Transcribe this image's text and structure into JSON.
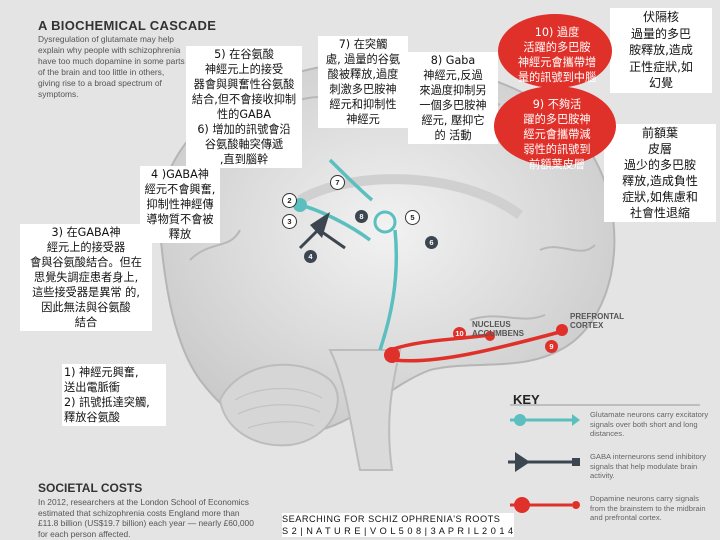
{
  "header": {
    "title": "A BIOCHEMICAL CASCADE",
    "intro": "Dysregulation of glutamate may help explain why people with schizophrenia have too much dopamine in some parts of the brain and too little in others, giving rise to a broad spectrum of symptoms."
  },
  "annotations": {
    "step5_6": "5) 在谷氨酸\n神經元上的接受\n器會與興奮性谷氨酸\n結合,但不會接收抑制\n性的GABA\n6) 增加的訊號會沿\n谷氨酸軸突傳遞\n,直到腦幹",
    "step7": "7) 在突觸\n處, 過量的谷氨\n酸被釋放,過度\n刺激多巴胺神\n經元和抑制性\n神經元",
    "step8": "8) Gaba\n神經元,反過\n來過度抑制另\n一個多巴胺神\n經元, 壓抑它\n的 活動",
    "step10": "10) 過度\n活躍的多巴胺\n神經元會攜帶增\n量的訊號到中腦",
    "step9": "9) 不夠活\n躍的多巴胺神\n經元會攜帶減\n弱性的訊號到\n前額葉皮層",
    "right_top": "伏隔核\n過量的多巴\n胺釋放,造成\n正性症狀,如\n幻覺",
    "right_bottom": "前額葉\n皮層\n過少的多巴胺\n釋放,造成負性\n症狀,如焦慮和\n社會性退縮",
    "step4": "4 )GABA神\n經元不會興奮,\n抑制性神經傳\n導物質不會被\n釋放",
    "step3": "3) 在GABA神\n經元上的接受器\n會與谷氨酸結合。但在\n思覺失調症患者身上,\n這些接受器是異常 的,\n因此無法與谷氨酸\n結合",
    "step1_2": "1) 神經元興奮,\n送出電脈衝\n2) 訊號抵達突觸,\n釋放谷氨酸"
  },
  "regions": {
    "nucleus_accumbens": "NUCLEUS\nACCUMBENS",
    "prefrontal_cortex": "PREFRONTAL\nCORTEX"
  },
  "markers": [
    "2",
    "3",
    "4",
    "5",
    "6",
    "7",
    "8",
    "9",
    "10"
  ],
  "key": {
    "title": "KEY",
    "glutamate": "Glutamate neurons carry excitatory signals over both short and long distances.",
    "gaba": "GABA interneurons send inhibitory signals that help modulate brain activity.",
    "dopamine": "Dopamine neurons carry signals from the brainstem to the midbrain and prefrontal cortex."
  },
  "societal": {
    "title": "SOCIETAL COSTS",
    "text": "In 2012, researchers at the London School of Economics estimated that schizophrenia costs England more than £11.8 billion (US$19.7 billion) each year — nearly £60,000 for each person affected."
  },
  "footer": "SEARCHING FOR SCHIZ OPHRENIA'S ROOTS\nS 2 | N A T U R E | V O L 5 0 8 | 3 A P R I L 2 0 1 4",
  "colors": {
    "glutamate": "#5bbfbf",
    "gaba": "#3c4650",
    "dopamine": "#e0302a"
  }
}
